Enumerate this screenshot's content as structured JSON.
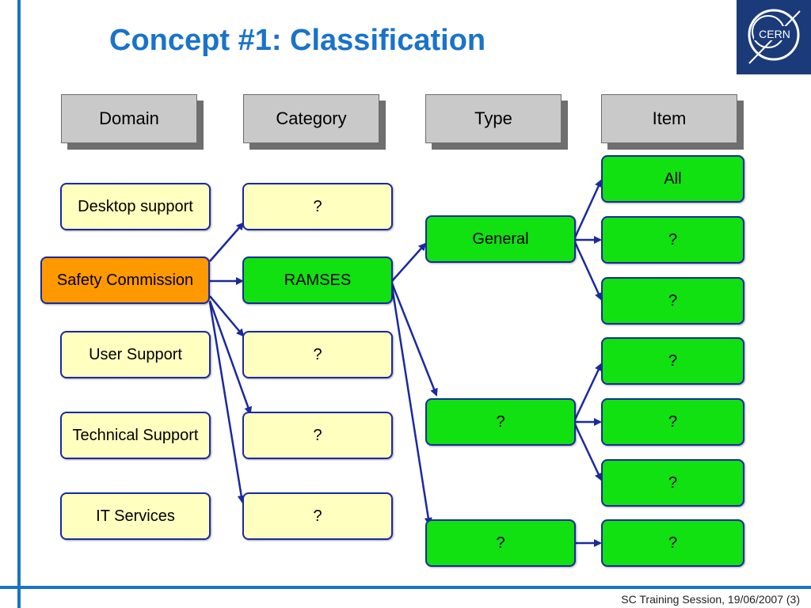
{
  "slide": {
    "title": "Concept #1: Classification",
    "footer": "SC Training Session, 19/06/2007 (3)",
    "logo_text": "CERN"
  },
  "headers": {
    "domain": "Domain",
    "category": "Category",
    "type": "Type",
    "item": "Item"
  },
  "domains": [
    "Desktop support",
    "Safety Commission",
    "User Support",
    "Technical Support",
    "IT Services"
  ],
  "categories": [
    "?",
    "RAMSES",
    "?",
    "?",
    "?"
  ],
  "types": [
    "General",
    "?",
    "?"
  ],
  "items": [
    "All",
    "?",
    "?",
    "?",
    "?",
    "?",
    "?"
  ],
  "colors": {
    "accent": "#1a73c9",
    "box_border": "#1a2a9e",
    "yellow": "#ffffc0",
    "orange": "#ff9900",
    "green": "#11e011",
    "header_bg": "#c9c9c9"
  }
}
